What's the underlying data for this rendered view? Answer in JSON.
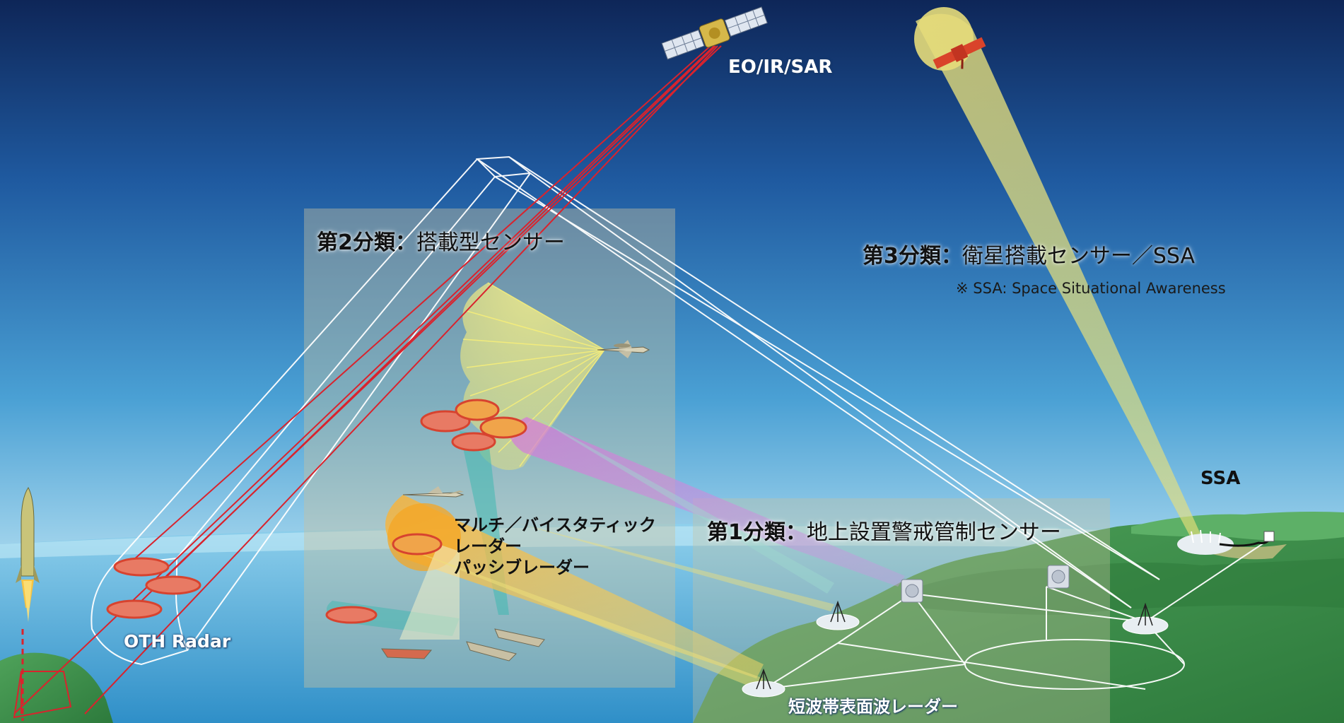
{
  "labels": {
    "satellite_sensor": "EO/IR/SAR",
    "category2_title": "第2分類",
    "category2_colon": "：",
    "category2_desc": "搭載型センサー",
    "category3_title": "第3分類",
    "category3_colon": "：",
    "category3_desc": "衛星搭載センサー／SSA",
    "ssa_note": "※ SSA: Space Situational Awareness",
    "ssa_station": "SSA",
    "category1_title": "第1分類",
    "category1_colon": "：",
    "category1_desc": "地上設置警戒管制センサー",
    "multistatic_line1": "マルチ／バイスタティック",
    "multistatic_line2": "レーダー",
    "multistatic_line3": "パッシブレーダー",
    "oth_radar": "OTH Radar",
    "hf_surface_wave_radar": "短波帯表面波レーダー"
  },
  "colors": {
    "sky_top": "#0f2a5c",
    "sky_mid": "#2f78b8",
    "sky_horizon": "#9fd3ec",
    "sea": "#5bb4df",
    "land": "#3b8f4a",
    "beam_yellow": "#f2ea7a",
    "beam_orange": "#f5a623",
    "beam_teal": "#3fb8b0",
    "beam_magenta": "#d77ad6",
    "satellite_link": "#d9232d",
    "panel_overlay": "#c9c2a0"
  }
}
